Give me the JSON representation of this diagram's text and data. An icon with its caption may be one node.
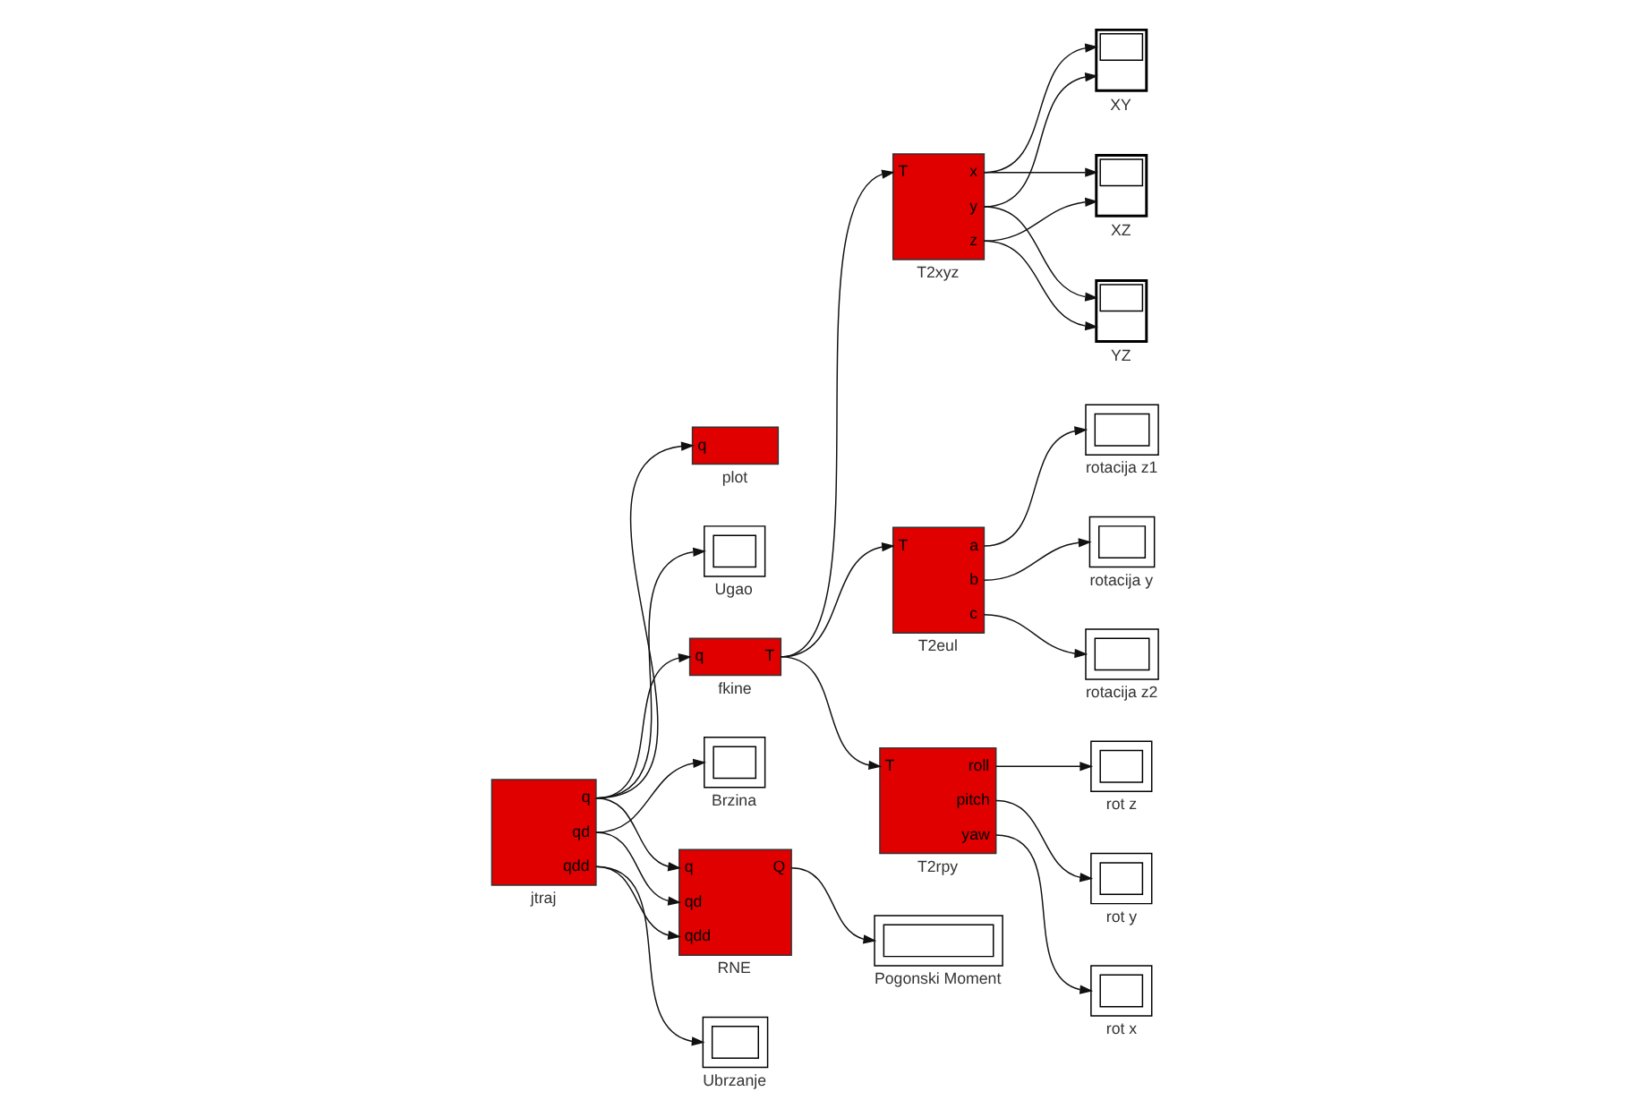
{
  "diagram": {
    "nodes": [
      {
        "text": [
          "q",
          "qd",
          "qdd",
          "jtraj"
        ]
      },
      {
        "text": [
          "q",
          "plot"
        ]
      },
      {
        "text": [
          "Ugao"
        ]
      },
      {
        "text": [
          "q",
          "T",
          "fkine"
        ]
      },
      {
        "text": [
          "Brzina"
        ]
      },
      {
        "text": [
          "Ubrzanje"
        ]
      },
      {
        "text": [
          "q",
          "qd",
          "qdd",
          "Q",
          "RNE"
        ]
      },
      {
        "text": [
          "Pogonski Moment"
        ]
      },
      {
        "text": [
          "T",
          "x",
          "y",
          "z",
          "T2xyz"
        ]
      },
      {
        "text": [
          "T",
          "a",
          "b",
          "c",
          "T2eul"
        ]
      },
      {
        "text": [
          "T",
          "roll",
          "pitch",
          "yaw",
          "T2rpy"
        ]
      },
      {
        "text": [
          "XY"
        ]
      },
      {
        "text": [
          "YZ"
        ]
      },
      {
        "text": [
          "XZ"
        ]
      },
      {
        "text": [
          "rotacija z1"
        ]
      },
      {
        "text": [
          "rotacija y"
        ]
      },
      {
        "text": [
          "rotacija z2"
        ]
      },
      {
        "text": [
          "rot z"
        ]
      },
      {
        "text": [
          "rot y"
        ]
      },
      {
        "text": [
          "rot x"
        ]
      }
    ],
    "edges": [
      {
        "from": 0,
        "to": 2,
        "arrow": "to"
      },
      {
        "from": 0,
        "to": 1,
        "arrow": "to"
      },
      {
        "from": 0,
        "to": 3,
        "arrow": "to"
      },
      {
        "from": 0,
        "to": 6,
        "arrow": "to"
      },
      {
        "from": 0,
        "to": 4,
        "arrow": "to"
      },
      {
        "from": 0,
        "to": 6,
        "arrow": "to"
      },
      {
        "from": 0,
        "to": 5,
        "arrow": "to"
      },
      {
        "from": 0,
        "to": 6,
        "arrow": "to"
      },
      {
        "from": 3,
        "to": 8,
        "arrow": "to"
      },
      {
        "from": 3,
        "to": 9,
        "arrow": "to"
      },
      {
        "from": 3,
        "to": 10,
        "arrow": "to"
      },
      {
        "from": 6,
        "to": 7,
        "arrow": "to"
      },
      {
        "from": 8,
        "to": 11,
        "arrow": "to"
      },
      {
        "from": 8,
        "to": 13,
        "arrow": "to"
      },
      {
        "from": 8,
        "to": 11,
        "arrow": "to"
      },
      {
        "from": 8,
        "to": 12,
        "arrow": "to"
      },
      {
        "from": 8,
        "to": 12,
        "arrow": "to"
      },
      {
        "from": 8,
        "to": 13,
        "arrow": "to"
      },
      {
        "from": 9,
        "to": 14,
        "arrow": "to"
      },
      {
        "from": 9,
        "to": 15,
        "arrow": "to"
      },
      {
        "from": 9,
        "to": 16,
        "arrow": "to"
      },
      {
        "from": 10,
        "to": 17,
        "arrow": "to"
      },
      {
        "from": 10,
        "to": 18,
        "arrow": "to"
      },
      {
        "from": 10,
        "to": 19,
        "arrow": "to"
      }
    ]
  }
}
